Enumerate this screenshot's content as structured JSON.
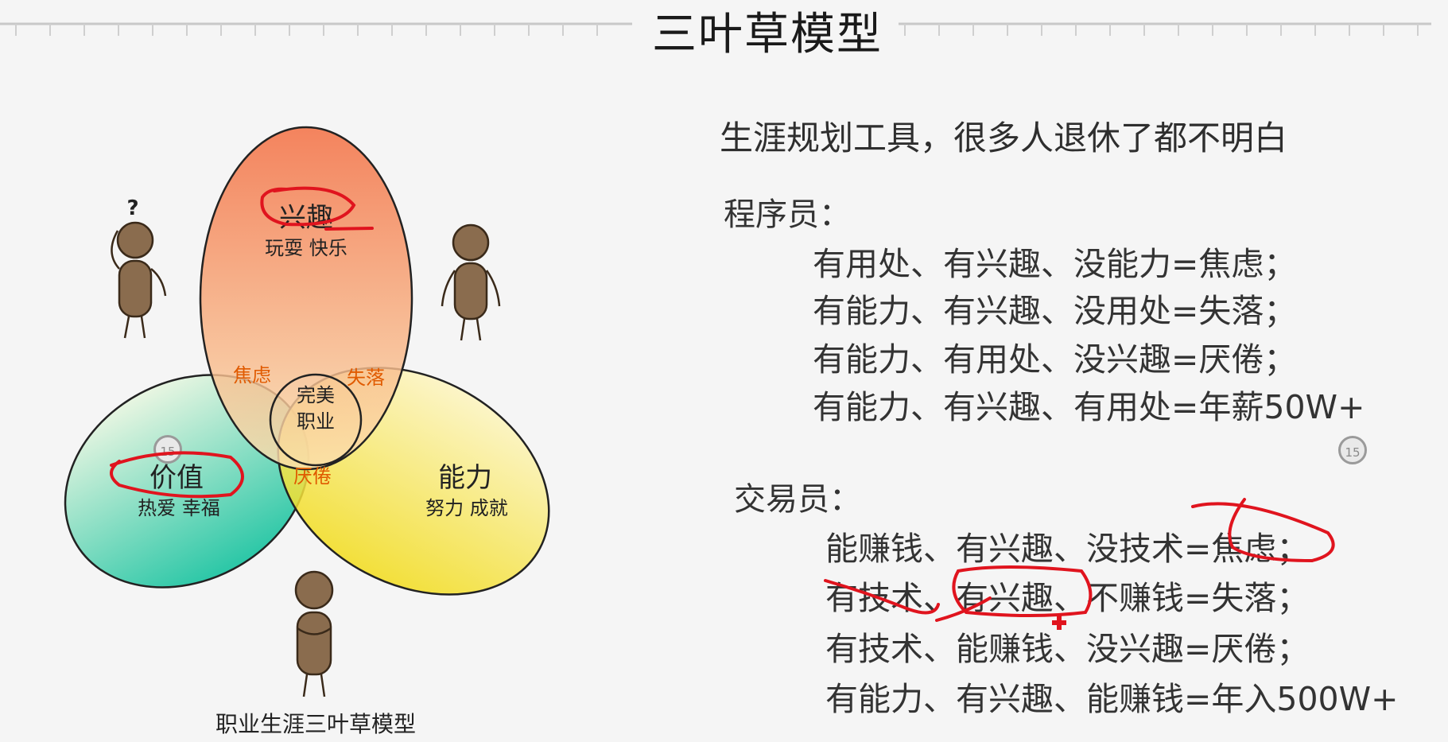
{
  "page": {
    "title": "三叶草模型",
    "subtitle": "生涯规划工具，很多人退休了都不明白"
  },
  "diagram": {
    "caption": "职业生涯三叶草模型",
    "petals": {
      "interest": {
        "label": "兴趣",
        "sub": "玩耍 快乐",
        "color_top": "#f36a3c",
        "color_bottom": "#fbe0b0"
      },
      "value": {
        "label": "价值",
        "sub": "热爱 幸福",
        "color_top": "#e8f6e0",
        "color_bottom": "#19c3a0"
      },
      "ability": {
        "label": "能力",
        "sub": "努力 成就",
        "color_top": "#fdf5c0",
        "color_bottom": "#f2dc1a"
      }
    },
    "overlaps": {
      "anxiety": "焦虑",
      "loss": "失落",
      "boredom": "厌倦",
      "center_line1": "完美",
      "center_line2": "职业"
    },
    "question_mark": "?"
  },
  "sections": {
    "programmer": {
      "title": "程序员：",
      "lines": [
        "有用处、有兴趣、没能力=焦虑；",
        "有能力、有兴趣、没用处=失落；",
        "有能力、有用处、没兴趣=厌倦；",
        "有能力、有兴趣、有用处=年薪50W+"
      ]
    },
    "trader": {
      "title": "交易员：",
      "lines": [
        "能赚钱、有兴趣、没技术=焦虑；",
        "有技术、有兴趣、不赚钱=失落；",
        "有技术、能赚钱、没兴趣=厌倦；",
        "有能力、有兴趣、能赚钱=年入500W+"
      ]
    }
  },
  "badges": {
    "left": "15",
    "right": "15"
  },
  "colors": {
    "annotation_red": "#e0141e",
    "figure_brown": "#8a6c4e",
    "background": "#f5f5f5"
  }
}
